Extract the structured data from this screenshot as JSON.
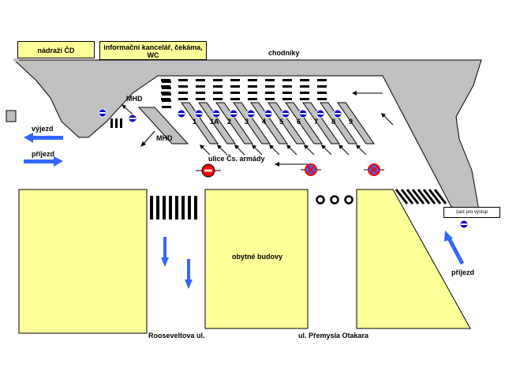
{
  "labels": {
    "station": "nádraží ČD",
    "info_office": "informační kancelář, čekáma, WC",
    "sidewalks": "chodníky",
    "mhd_top": "MHD",
    "mhd_bottom": "MHD",
    "street_main": "ulice Čs. armády",
    "departure": "výjezd",
    "arrival_left": "příjezd",
    "arrival_right": "příjezd",
    "residential": "obytné budovy",
    "roosevelt": "Rooseveltova ul.",
    "premysl": "ul. Přemysla Otakara",
    "exit_sign": "zast pro výstup"
  },
  "platforms": [
    "1",
    "1A",
    "2",
    "3",
    "4",
    "5",
    "6",
    "7",
    "8",
    "9"
  ],
  "colors": {
    "ground": "#c0c0c0",
    "building": "#ffff99",
    "arrow_blue": "#3366ff",
    "sign_blue": "#0000cc",
    "sign_red": "#ff0000"
  },
  "icons": {
    "bus_stop_sign": "bus-stop-sign-icon",
    "no_entry_sign": "no-entry-sign-icon",
    "no_stopping_sign": "no-stopping-sign-icon",
    "bollard": "bollard-icon",
    "crosswalk": "crosswalk-icon"
  }
}
